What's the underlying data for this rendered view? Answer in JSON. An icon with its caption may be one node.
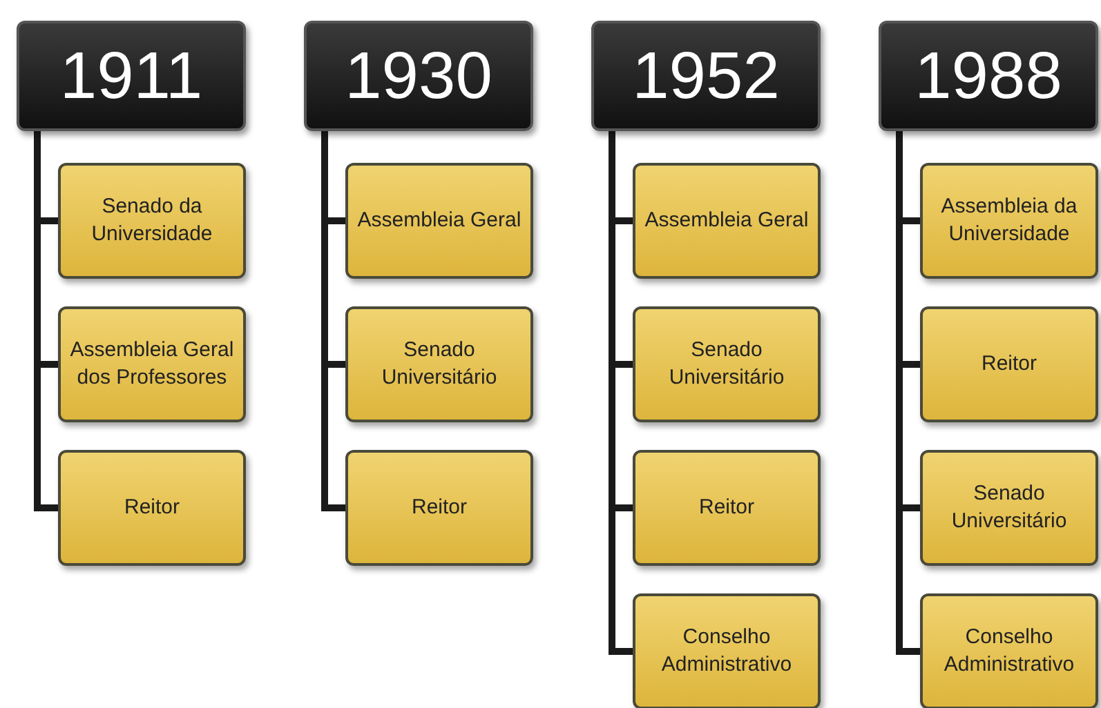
{
  "diagram": {
    "nodes": [
      {
        "text": [
          "1911"
        ]
      },
      {
        "text": [
          "Senado da Universidade"
        ]
      },
      {
        "text": [
          "Assembleia Geral dos Professores"
        ]
      },
      {
        "text": [
          "Reitor"
        ]
      },
      {
        "text": [
          "1930"
        ]
      },
      {
        "text": [
          "Assembleia Geral"
        ]
      },
      {
        "text": [
          "Senado Universitário"
        ]
      },
      {
        "text": [
          "Reitor"
        ]
      },
      {
        "text": [
          "1952"
        ]
      },
      {
        "text": [
          "Assembleia Geral"
        ]
      },
      {
        "text": [
          "Senado Universitário"
        ]
      },
      {
        "text": [
          "Reitor"
        ]
      },
      {
        "text": [
          "Conselho Administrativo"
        ]
      },
      {
        "text": [
          "1988"
        ]
      },
      {
        "text": [
          "Assembleia da Universidade"
        ]
      },
      {
        "text": [
          "Reitor"
        ]
      },
      {
        "text": [
          "Senado Universitário"
        ]
      },
      {
        "text": [
          "Conselho Administrativo"
        ]
      }
    ],
    "edges": [
      {
        "from": 0,
        "to": 1,
        "arrow": "none"
      },
      {
        "from": 0,
        "to": 2,
        "arrow": "none"
      },
      {
        "from": 0,
        "to": 3,
        "arrow": "none"
      },
      {
        "from": 4,
        "to": 5,
        "arrow": "none"
      },
      {
        "from": 4,
        "to": 6,
        "arrow": "none"
      },
      {
        "from": 4,
        "to": 7,
        "arrow": "none"
      },
      {
        "from": 8,
        "to": 9,
        "arrow": "none"
      },
      {
        "from": 8,
        "to": 10,
        "arrow": "none"
      },
      {
        "from": 8,
        "to": 11,
        "arrow": "none"
      },
      {
        "from": 8,
        "to": 12,
        "arrow": "none"
      },
      {
        "from": 13,
        "to": 14,
        "arrow": "none"
      },
      {
        "from": 13,
        "to": 15,
        "arrow": "none"
      },
      {
        "from": 13,
        "to": 16,
        "arrow": "none"
      },
      {
        "from": 13,
        "to": 17,
        "arrow": "none"
      }
    ]
  }
}
